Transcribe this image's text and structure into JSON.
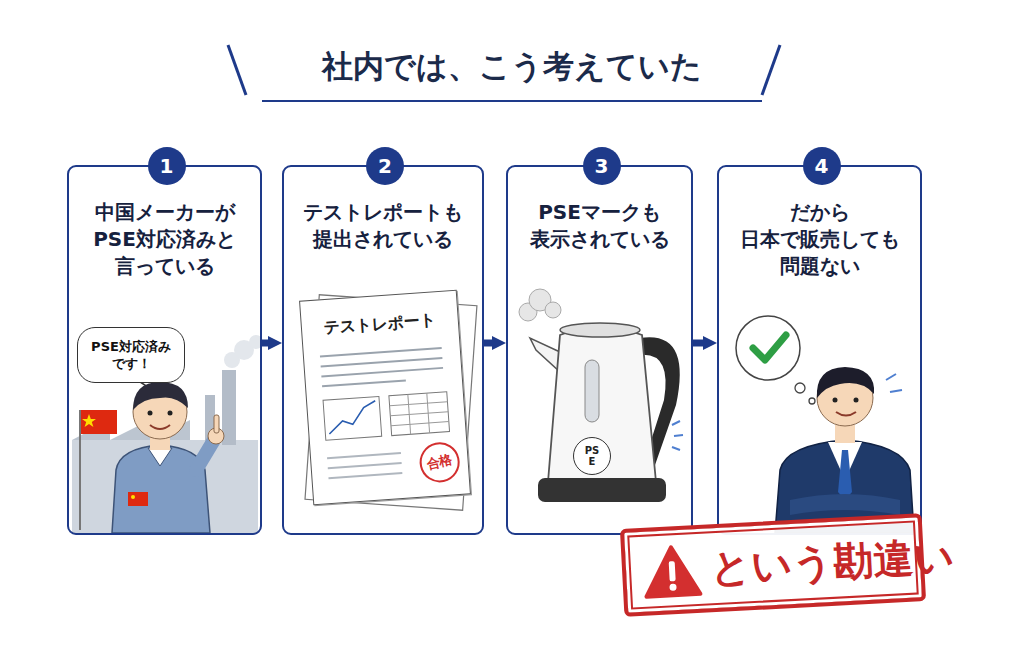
{
  "diagram": {
    "title": "社内では、こう考えていた",
    "nodes": [
      {
        "text": [
          "中国メーカーが PSE対応済みと 言っている"
        ]
      },
      {
        "text": [
          "1"
        ],
        "in": 0
      },
      {
        "text": [
          "PSE対応済み です！"
        ],
        "in": 0
      },
      {
        "text": [
          "テストレポートも 提出されている"
        ]
      },
      {
        "text": [
          "2"
        ],
        "in": 3
      },
      {
        "text": [
          "テストレポート"
        ],
        "in": 3
      },
      {
        "text": [
          "合格"
        ],
        "in": 5
      },
      {
        "text": [
          "PSEマークも 表示されている"
        ]
      },
      {
        "text": [
          "3"
        ],
        "in": 7
      },
      {
        "text": [
          "PSE"
        ],
        "in": 7
      },
      {
        "text": [
          "だから 日本で販売しても 問題ない"
        ]
      },
      {
        "text": [
          "4"
        ],
        "in": 10
      },
      {
        "text": [
          "という勘違い"
        ]
      }
    ],
    "edges": [
      {
        "from": 0,
        "to": 3,
        "arrow": "to"
      },
      {
        "from": 3,
        "to": 7,
        "arrow": "to"
      },
      {
        "from": 7,
        "to": 10,
        "arrow": "to"
      }
    ]
  }
}
